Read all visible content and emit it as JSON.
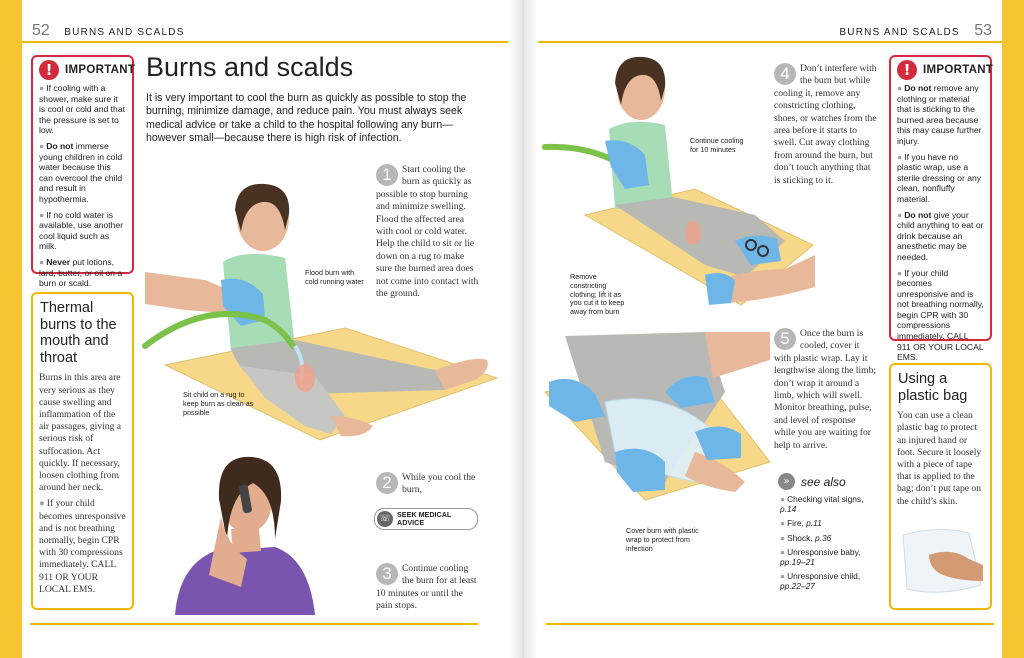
{
  "folio_left": {
    "page": "52",
    "title": "BURNS AND SCALDS"
  },
  "folio_right": {
    "page": "53",
    "title": "BURNS AND SCALDS"
  },
  "important_left": {
    "title": "IMPORTANT",
    "items": [
      {
        "bold": "",
        "text": "If cooling with a shower, make sure it is cool or cold and that the pressure is set to low."
      },
      {
        "bold": "Do not",
        "text": " immerse young children in cold water because this can overcool the child and result in hypothermia."
      },
      {
        "bold": "",
        "text": "If no cold water is available, use another cool liquid such as milk."
      },
      {
        "bold": "Never",
        "text": " put lotions, lard, butter, or oil on a burn or scald."
      }
    ]
  },
  "heading": "Burns and scalds",
  "intro": "It is very important to cool the burn as quickly as possible to stop the burning, minimize damage, and reduce pain. You must always seek medical advice or take a child to the hospital following any burn—however small—because there is high risk of infection.",
  "thermal": {
    "title": "Thermal burns to the mouth and throat",
    "body": "Burns in this area are very serious as they cause swelling and inflammation of the air passages, giving a serious risk of suffocation. Act quickly. If necessary, loosen clothing from around her neck.",
    "bullet": "If your child becomes unresponsive and is not breathing normally, begin CPR with 30 compressions immediately. CALL 911 OR YOUR LOCAL EMS."
  },
  "steps": {
    "s1": {
      "num": "1",
      "text": "Start cooling the burn as quickly as possible to stop burning and minimize swelling. Flood the affected area with cool or cold water. Help the child to sit or lie down on a rug to make sure the burned area does not come into contact with the ground."
    },
    "s2": {
      "num": "2",
      "text": "While you cool the burn,"
    },
    "s3": {
      "num": "3",
      "text": "Continue cooling the burn for at least 10 minutes or until the pain stops."
    },
    "s4": {
      "num": "4",
      "text": "Don’t interfere with the burn but while cooling it, remove any constricting clothing, shoes, or watches from the area before it starts to swell. Cut away clothing from around the burn, but don’t touch anything that is sticking to it."
    },
    "s5": {
      "num": "5",
      "text": "Once the burn is cooled, cover it with plastic wrap. Lay it lengthwise along the limb; don’t wrap it around a limb, which will swell. Monitor breathing, pulse, and level of response while you are waiting for help to arrive."
    }
  },
  "seek": {
    "line1": "SEEK MEDICAL",
    "line2": "ADVICE"
  },
  "labels": {
    "flood": "Flood burn with cold running water",
    "rug": "Sit child on a rug to keep burn as clean as possible",
    "continue": "Continue cooling for 10 minutes",
    "constrict": "Remove constricting clothing; lift it as you cut it to keep away from burn",
    "cover": "Cover burn with plastic wrap to protect from infection"
  },
  "important_right": {
    "title": "IMPORTANT",
    "items": [
      {
        "bold": "Do not",
        "text": " remove any clothing or material that is sticking to the burned area because this may cause further injury."
      },
      {
        "bold": "",
        "text": "If you have no plastic wrap, use a sterile dressing or any clean, nonfluffy material."
      },
      {
        "bold": "Do not",
        "text": " give your child anything to eat or drink because an anesthetic may be needed."
      },
      {
        "bold": "",
        "text": "If your child becomes unresponsive and is not breathing normally, begin CPR with 30 compressions immediately. CALL 911 OR YOUR LOCAL EMS."
      }
    ]
  },
  "see_also": {
    "title": "see also",
    "items": [
      {
        "name": "Checking vital signs,",
        "page": "p.14"
      },
      {
        "name": "Fire,",
        "page": "p.11"
      },
      {
        "name": "Shock,",
        "page": "p.36"
      },
      {
        "name": "Unresponsive baby,",
        "page": "pp.19–21"
      },
      {
        "name": "Unresponsive child,",
        "page": "pp.22–27"
      }
    ]
  },
  "plastic_bag": {
    "title": "Using a plastic bag",
    "body": "You can use a clean plastic bag to protect an injured hand or foot. Secure it loosely with a piece of tape that is applied to the bag; don’t put tape on the child’s skin."
  },
  "colors": {
    "accent": "#f2b800",
    "important": "#d42a3e",
    "step_circle": "#b7b7b7",
    "glove": "#6fb6e8",
    "shirt": "#9ed9b0"
  }
}
